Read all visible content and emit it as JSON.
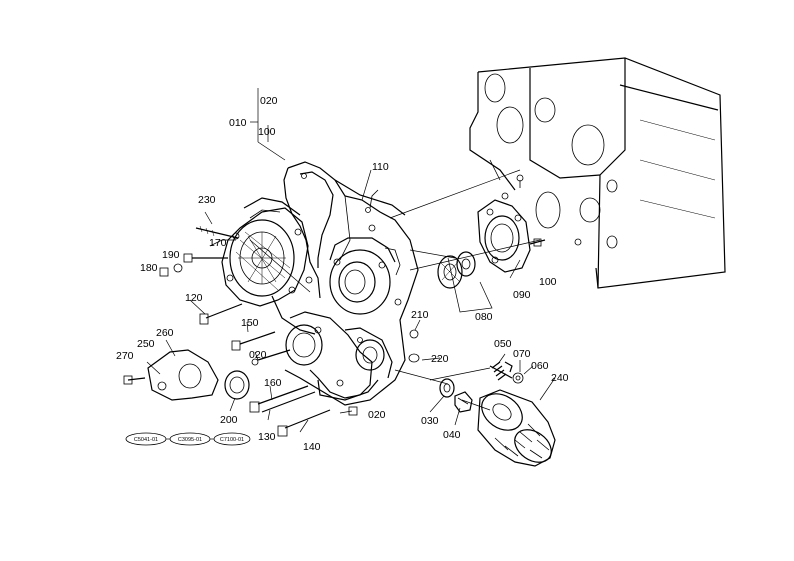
{
  "callouts": {
    "c010": "010",
    "c020_top": "020",
    "c100_top": "100",
    "c110": "110",
    "c230": "230",
    "c170": "170",
    "c190": "190",
    "c180": "180",
    "c120": "120",
    "c150": "150",
    "c020_mid": "020",
    "c260": "260",
    "c250": "250",
    "c270": "270",
    "c160": "160",
    "c200": "200",
    "c130": "130",
    "c140": "140",
    "c020_low": "020",
    "c210": "210",
    "c220": "220",
    "c080": "080",
    "c090": "090",
    "c100_right": "100",
    "c050": "050",
    "c070": "070",
    "c060": "060",
    "c240": "240",
    "c030": "030",
    "c040": "040"
  },
  "ref_ovals": [
    "C5041-01",
    "C3095-01",
    "C7100-01"
  ]
}
